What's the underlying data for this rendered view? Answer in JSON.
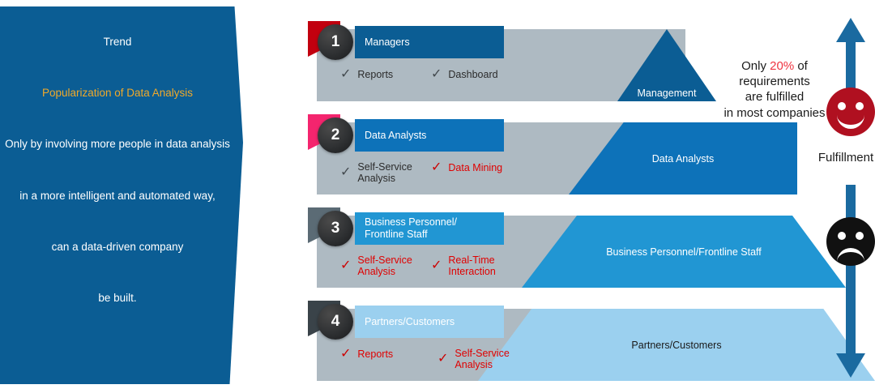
{
  "trend": {
    "heading": "Trend",
    "accent_line": "Popularization of Data Analysis",
    "accent_color": "#f0a92a",
    "panel_color": "#0b5d94",
    "lines": [
      "Only by involving more people in data analysis",
      "in a more intelligent and automated way,",
      "can a data-driven company",
      "be built."
    ]
  },
  "pyramid": {
    "levels": [
      {
        "number": "1",
        "title": "Managers",
        "slab_label": "Management",
        "flag_color": "#c2000f",
        "chip_color": "#0b5d94",
        "slab_color": "#0b5d94",
        "features": [
          {
            "label": "Reports",
            "state": "fulfilled"
          },
          {
            "label": "Dashboard",
            "state": "fulfilled"
          }
        ]
      },
      {
        "number": "2",
        "title": "Data Analysts",
        "slab_label": "Data Analysts",
        "flag_color": "#f4256e",
        "chip_color": "#0d72b9",
        "slab_color": "#0d72b9",
        "features": [
          {
            "label": "Self-Service Analysis",
            "state": "fulfilled"
          },
          {
            "label": "Data Mining",
            "state": "unfulfilled"
          }
        ]
      },
      {
        "number": "3",
        "title": "Business Personnel/ Frontline Staff",
        "title_line1": "Business Personnel/",
        "title_line2": "Frontline Staff",
        "slab_label": "Business Personnel/Frontline Staff",
        "flag_color": "#5b6b75",
        "chip_color": "#2196d3",
        "slab_color": "#2196d3",
        "features": [
          {
            "label": "Self-Service Analysis",
            "state": "unfulfilled"
          },
          {
            "label": "Real-Time Interaction",
            "state": "unfulfilled"
          }
        ]
      },
      {
        "number": "4",
        "title": "Partners/Customers",
        "slab_label": "Partners/Customers",
        "flag_color": "#3a4349",
        "chip_color": "#9bd0ef",
        "slab_color": "#9bd0ef",
        "features": [
          {
            "label": "Reports",
            "state": "unfulfilled"
          },
          {
            "label": "Self-Service Analysis",
            "state": "unfulfilled"
          }
        ]
      }
    ],
    "feature_lines": {
      "l1f1": "Reports",
      "l1f2": "Dashboard",
      "l2f1a": "Self-Service",
      "l2f1b": "Analysis",
      "l2f2": "Data Mining",
      "l3f1a": "Self-Service",
      "l3f1b": "Analysis",
      "l3f2a": "Real-Time",
      "l3f2b": "Interaction",
      "l4f1": "Reports",
      "l4f2a": "Self-Service",
      "l4f2b": "Analysis"
    },
    "tick_glyph": "✓"
  },
  "gauge": {
    "callout": {
      "prefix": "Only ",
      "percent": "20%",
      "suffix": " of",
      "line2": "requirements",
      "line3": "are fulfilled",
      "line4": "in most companies",
      "percent_color": "#ef3340"
    },
    "axis_label": "Fulfillment",
    "arrow_color": "#1a6aa0",
    "happy_face_color": "#b01020",
    "sad_face_color": "#111111",
    "happy_icon": "happy-face-icon",
    "sad_icon": "sad-face-icon"
  }
}
